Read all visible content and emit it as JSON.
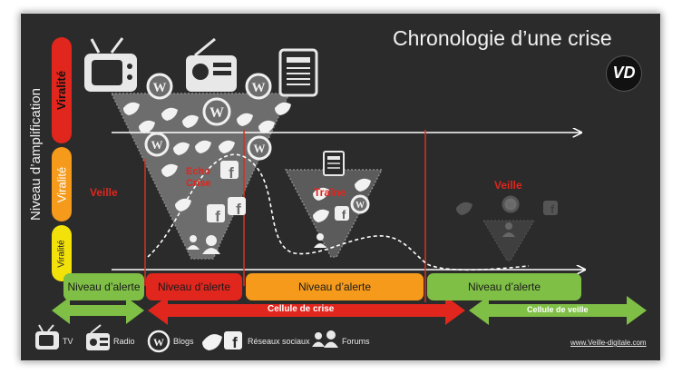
{
  "title": "Chronologie d’une crise",
  "logo_text": "VD",
  "axis_label": "Niveau d’amplification",
  "bars": {
    "red_label": "Viralité",
    "orange_label": "Viralité",
    "yellow_label": "Viralité"
  },
  "phase_labels": {
    "veille_left": "Veille",
    "echo": "Echo",
    "crise": "Crise",
    "traine": "Traîne",
    "veille_right": "Veille"
  },
  "alert_levels": [
    {
      "label": "Niveau d’alerte",
      "color": "#7fbf46"
    },
    {
      "label": "Niveau d’alerte",
      "color": "#e0261d"
    },
    {
      "label": "Niveau d’alerte",
      "color": "#f59a1b"
    },
    {
      "label": "Niveau d’alerte",
      "color": "#7fbf46"
    }
  ],
  "cells": {
    "crise": "Cellule de crise",
    "veille": "Cellule de veille"
  },
  "legend": [
    {
      "icon": "tv-icon",
      "label": "TV"
    },
    {
      "icon": "radio-icon",
      "label": "Radio"
    },
    {
      "icon": "wordpress-icon",
      "label": "Blogs"
    },
    {
      "icon": "twitter-facebook-icon",
      "label": "Réseaux sociaux"
    },
    {
      "icon": "forums-icon",
      "label": "Forums"
    }
  ],
  "footer_url": "www.Veille-digitale.com",
  "colors": {
    "background": "#2b2b2b",
    "red": "#e0261d",
    "orange": "#f59a1b",
    "yellow": "#f3e20a",
    "green": "#7fbf46"
  }
}
